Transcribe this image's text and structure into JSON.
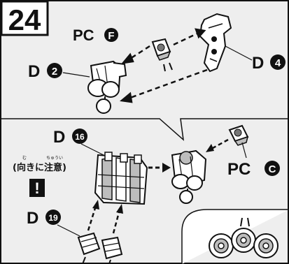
{
  "step": {
    "number": "24"
  },
  "parts": {
    "pc_f": {
      "prefix": "PC",
      "code": "F"
    },
    "d4": {
      "prefix": "D",
      "code": "4"
    },
    "d2": {
      "prefix": "D",
      "code": "2"
    },
    "d16": {
      "prefix": "D",
      "code": "16"
    },
    "pc_c": {
      "prefix": "PC",
      "code": "C"
    },
    "d19": {
      "prefix": "D",
      "code": "19"
    }
  },
  "notice": {
    "text": "(向きに注意)",
    "furigana": [
      "む",
      "ちゅうい"
    ],
    "mark": "!"
  },
  "colors": {
    "ink": "#111111",
    "paper": "#eeeeee",
    "part_fill": "#ffffff",
    "shade": "#bdbdbd"
  }
}
